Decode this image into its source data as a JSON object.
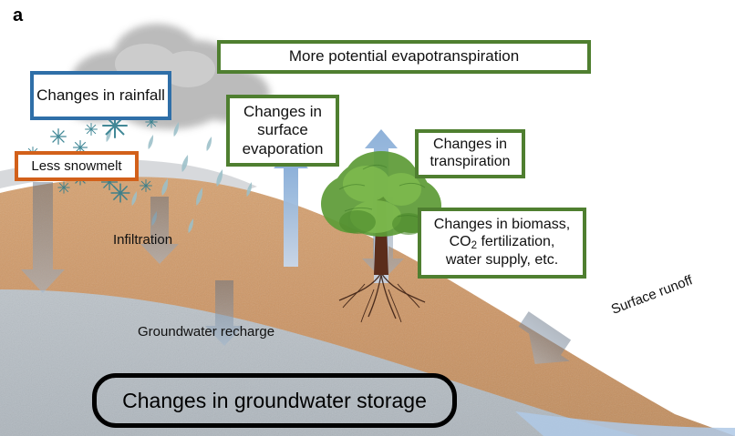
{
  "panel": {
    "letter": "a"
  },
  "boxes": {
    "evapotranspiration": {
      "label": "More potential evapotranspiration",
      "border_color": "#4F7F30"
    },
    "rainfall": {
      "label": "Changes in rainfall",
      "border_color": "#2F6FA8"
    },
    "snowmelt": {
      "label": "Less snowmelt",
      "border_color": "#D2601A"
    },
    "surface_evaporation": {
      "label": "Changes in surface evaporation",
      "border_color": "#4F7F30"
    },
    "transpiration": {
      "label": "Changes in transpiration",
      "border_color": "#4F7F30"
    },
    "biomass": {
      "line1": "Changes in biomass,",
      "line2_pre": "CO",
      "line2_sub": "2",
      "line2_post": " fertilization,",
      "line3": "water supply,  etc.",
      "border_color": "#4F7F30"
    },
    "groundwater_storage": {
      "label": "Changes in groundwater storage",
      "border_color": "#000000"
    }
  },
  "labels": {
    "infiltration": "Infiltration",
    "groundwater_recharge": "Groundwater recharge",
    "surface_runoff": "Surface runoff"
  },
  "scene": {
    "soil_color": "#CE9A6A",
    "aquifer_color": "#B8BFC6",
    "snow_color": "#D5D7DA",
    "water_color": "#AFC9E6",
    "cloud_color": "#B9B9B9",
    "rain_color": "#8FB4BE",
    "snowflake_color": "#2E7C8C",
    "arrow_up_color": "#7FA7D4",
    "arrow_down_color": "#6E7E92",
    "foliage_color": "#5E9C38",
    "trunk_color": "#5B2D1B"
  }
}
